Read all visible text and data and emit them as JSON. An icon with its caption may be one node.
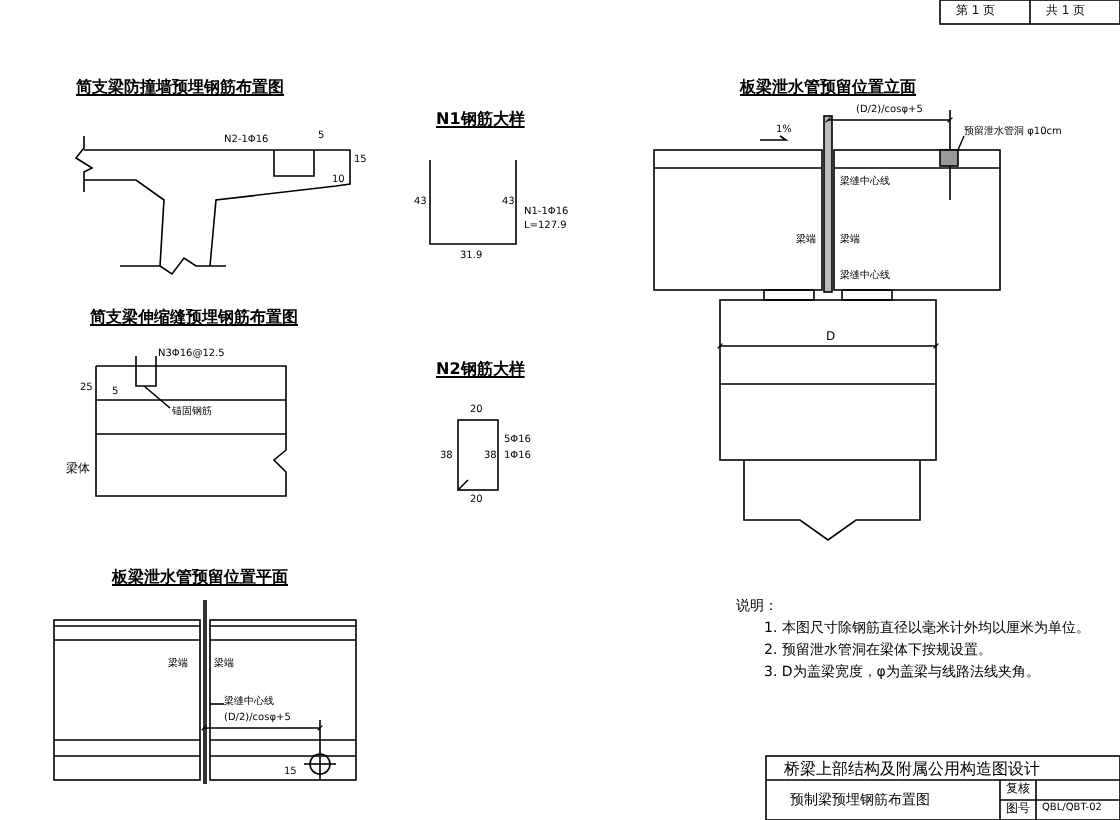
{
  "diagram": {
    "nodes": [
      {
        "text": [
          "预留泄水管洞 φ10cm"
        ]
      },
      {
        "text": [],
        "shape": "box"
      }
    ],
    "edges": [
      {
        "from": 0,
        "to": 1,
        "arrow": "none"
      }
    ],
    "labels": [
      "第 1 页",
      "共 1 页",
      "简支梁防撞墙预埋钢筋布置图",
      "N2-1Φ16",
      "5",
      "15",
      "10",
      "简支梁伸缩缝预埋钢筋布置图",
      "N3Φ16@12.5",
      "25",
      "5",
      "锚固钢筋",
      "梁体",
      "N1钢筋大样",
      "43",
      "43",
      "N1-1Φ16",
      "L=127.9",
      "31.9",
      "N2钢筋大样",
      "20",
      "38",
      "38",
      "5Φ16",
      "1Φ16",
      "20",
      "板梁泄水管预留位置平面",
      "梁端",
      "梁端",
      "梁缝中心线",
      "(D/2)/cosφ+5",
      "15",
      "板梁泄水管预留位置立面",
      "1%",
      "(D/2)/cosφ+5",
      "梁缝中心线",
      "梁端",
      "梁端",
      "梁缝中心线",
      "D",
      "说明：",
      "1. 本图尺寸除钢筋直径以毫米计外均以厘米为单位。",
      "2. 预留泄水管洞在梁体下按规设置。",
      "3. D为盖梁宽度，φ为盖梁与线路法线夹角。",
      "桥梁上部结构及附属公用构造图设计",
      "预制梁预埋钢筋布置图",
      "复核",
      "图号",
      "QBL/QBT-02"
    ]
  }
}
